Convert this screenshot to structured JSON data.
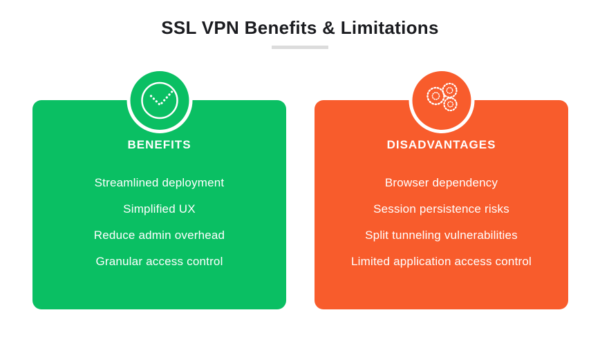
{
  "page": {
    "title": "SSL VPN Benefits & Limitations"
  },
  "colors": {
    "green": "#0abf63",
    "orange": "#f85c2c",
    "title_text": "#1b1c20",
    "divider": "#dcdcdc",
    "card_text": "#ffffff"
  },
  "cards": [
    {
      "heading": "BENEFITS",
      "icon": "check-circle-icon",
      "items": [
        "Streamlined deployment",
        "Simplified UX",
        "Reduce admin overhead",
        "Granular access control"
      ]
    },
    {
      "heading": "DISADVANTAGES",
      "icon": "gears-icon",
      "items": [
        "Browser dependency",
        "Session persistence risks",
        "Split tunneling vulnerabilities",
        "Limited application access control"
      ]
    }
  ]
}
